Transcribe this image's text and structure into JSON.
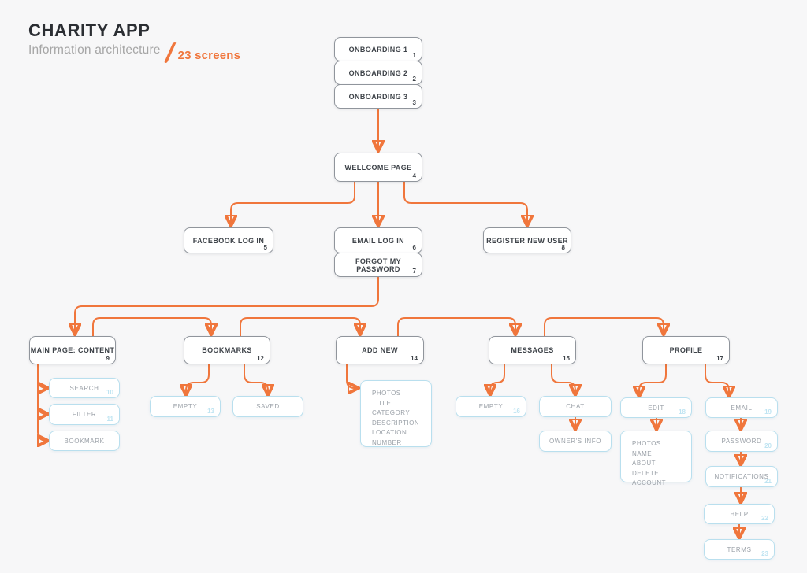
{
  "header": {
    "title": "CHARITY APP",
    "subtitle": "Information architecture",
    "screens_count": "23 screens"
  },
  "colors": {
    "background": "#F7F7F8",
    "accent_orange": "#F0763C",
    "node_border": "#90959C",
    "node_text": "#3E4349",
    "subnode_border": "#B9DFEE",
    "subnode_text": "#9BA1A8",
    "subnode_number": "#BFE4F2"
  },
  "nodes": {
    "onboarding_1": {
      "label": "ONBOARDING 1",
      "number": "1"
    },
    "onboarding_2": {
      "label": "ONBOARDING 2",
      "number": "2"
    },
    "onboarding_3": {
      "label": "ONBOARDING 3",
      "number": "3"
    },
    "wellcome": {
      "label": "WELLCOME PAGE",
      "number": "4"
    },
    "facebook_login": {
      "label": "FACEBOOK LOG IN",
      "number": "5"
    },
    "email_login": {
      "label": "EMAIL LOG IN",
      "number": "6"
    },
    "forgot_password": {
      "label": "FORGOT MY PASSWORD",
      "number": "7"
    },
    "register": {
      "label": "REGISTER NEW USER",
      "number": "8"
    },
    "main_page": {
      "label": "MAIN PAGE: CONTENT",
      "number": "9"
    },
    "search": {
      "label": "SEARCH",
      "number": "10"
    },
    "filter": {
      "label": "FILTER",
      "number": "11"
    },
    "bookmark": {
      "label": "BOOKMARK",
      "number": ""
    },
    "bookmarks": {
      "label": "BOOKMARKS",
      "number": "12"
    },
    "bookmarks_empty": {
      "label": "EMPTY",
      "number": "13"
    },
    "saved": {
      "label": "SAVED",
      "number": ""
    },
    "add_new": {
      "label": "ADD NEW",
      "number": "14"
    },
    "add_new_form": {
      "items": [
        "PHOTOS",
        "TITLE",
        "CATEGORY",
        "DESCRIPTION",
        "LOCATION",
        "NUMBER"
      ]
    },
    "messages": {
      "label": "MESSAGES",
      "number": "15"
    },
    "messages_empty": {
      "label": "EMPTY",
      "number": "16"
    },
    "chat": {
      "label": "CHAT",
      "number": ""
    },
    "owners_info": {
      "label": "OWNER'S INFO",
      "number": ""
    },
    "profile": {
      "label": "PROFILE",
      "number": "17"
    },
    "edit": {
      "label": "EDIT",
      "number": "18"
    },
    "edit_form": {
      "items": [
        "PHOTOS",
        "NAME",
        "ABOUT",
        "DELETE ACCOUNT"
      ]
    },
    "email": {
      "label": "EMAIL",
      "number": "19"
    },
    "password": {
      "label": "PASSWORD",
      "number": "20"
    },
    "notifications": {
      "label": "NOTIFICATIONS",
      "number": "21"
    },
    "help": {
      "label": "HELP",
      "number": "22"
    },
    "terms": {
      "label": "TERMS",
      "number": "23"
    }
  }
}
